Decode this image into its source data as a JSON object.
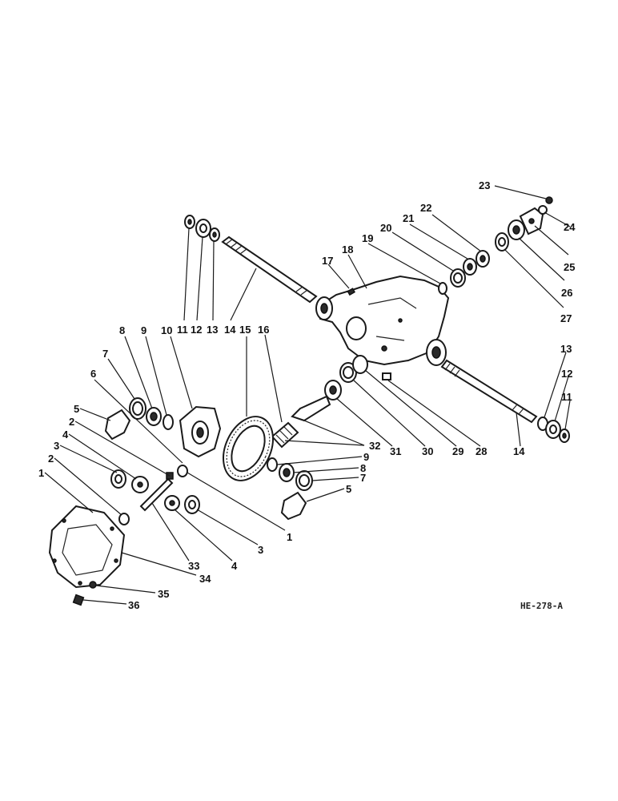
{
  "diagram": {
    "reference_code": "HE-278-A",
    "callouts": [
      {
        "id": "c1a",
        "label": "1"
      },
      {
        "id": "c1b",
        "label": "1"
      },
      {
        "id": "c2a",
        "label": "2"
      },
      {
        "id": "c2b",
        "label": "2"
      },
      {
        "id": "c3a",
        "label": "3"
      },
      {
        "id": "c3b",
        "label": "3"
      },
      {
        "id": "c4a",
        "label": "4"
      },
      {
        "id": "c4b",
        "label": "4"
      },
      {
        "id": "c5a",
        "label": "5"
      },
      {
        "id": "c5b",
        "label": "5"
      },
      {
        "id": "c6",
        "label": "6"
      },
      {
        "id": "c7a",
        "label": "7"
      },
      {
        "id": "c7b",
        "label": "7"
      },
      {
        "id": "c8a",
        "label": "8"
      },
      {
        "id": "c8b",
        "label": "8"
      },
      {
        "id": "c9a",
        "label": "9"
      },
      {
        "id": "c9b",
        "label": "9"
      },
      {
        "id": "c10",
        "label": "10"
      },
      {
        "id": "c11a",
        "label": "11"
      },
      {
        "id": "c11b",
        "label": "11"
      },
      {
        "id": "c12a",
        "label": "12"
      },
      {
        "id": "c12b",
        "label": "12"
      },
      {
        "id": "c13a",
        "label": "13"
      },
      {
        "id": "c13b",
        "label": "13"
      },
      {
        "id": "c14a",
        "label": "14"
      },
      {
        "id": "c14b",
        "label": "14"
      },
      {
        "id": "c15",
        "label": "15"
      },
      {
        "id": "c16",
        "label": "16"
      },
      {
        "id": "c17",
        "label": "17"
      },
      {
        "id": "c18",
        "label": "18"
      },
      {
        "id": "c19",
        "label": "19"
      },
      {
        "id": "c20",
        "label": "20"
      },
      {
        "id": "c21",
        "label": "21"
      },
      {
        "id": "c22",
        "label": "22"
      },
      {
        "id": "c23",
        "label": "23"
      },
      {
        "id": "c24",
        "label": "24"
      },
      {
        "id": "c25",
        "label": "25"
      },
      {
        "id": "c26",
        "label": "26"
      },
      {
        "id": "c27",
        "label": "27"
      },
      {
        "id": "c28",
        "label": "28"
      },
      {
        "id": "c29",
        "label": "29"
      },
      {
        "id": "c30",
        "label": "30"
      },
      {
        "id": "c31",
        "label": "31"
      },
      {
        "id": "c32",
        "label": "32"
      },
      {
        "id": "c33",
        "label": "33"
      },
      {
        "id": "c34",
        "label": "34"
      },
      {
        "id": "c35",
        "label": "35"
      },
      {
        "id": "c36",
        "label": "36"
      }
    ]
  }
}
